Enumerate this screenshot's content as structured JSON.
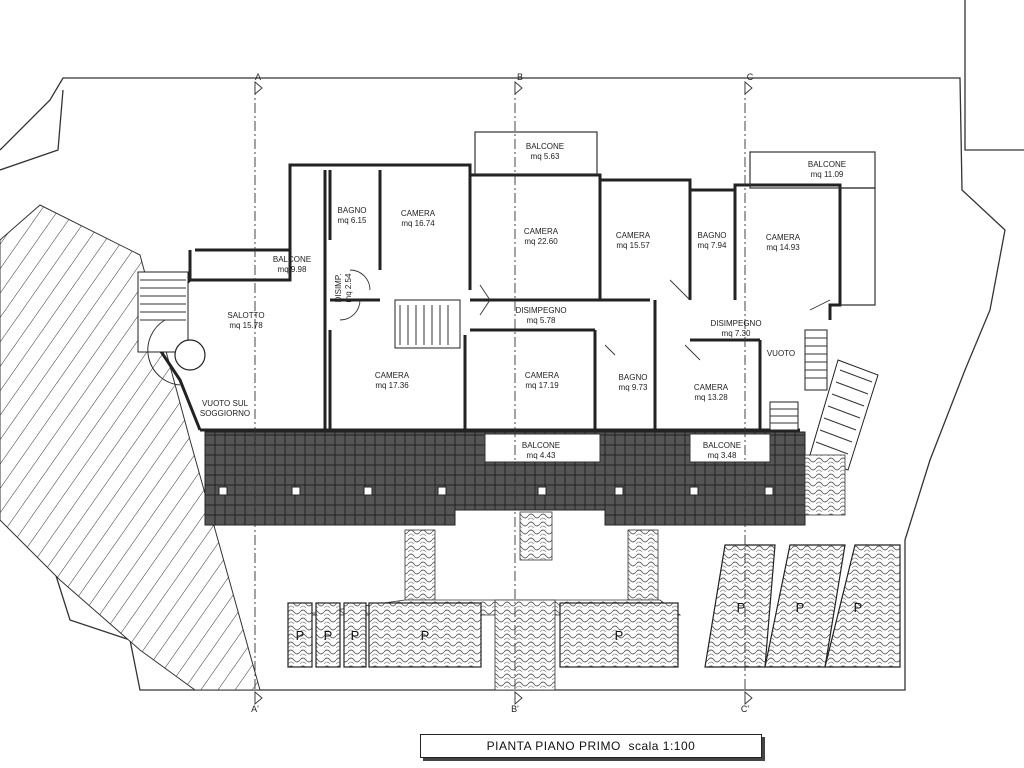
{
  "rooms": {
    "bagno1": {
      "name": "BAGNO",
      "area": "mq 6.15"
    },
    "camera1": {
      "name": "CAMERA",
      "area": "mq 16.74"
    },
    "camera2": {
      "name": "CAMERA",
      "area": "mq 22.60"
    },
    "camera3": {
      "name": "CAMERA",
      "area": "mq 15.57"
    },
    "bagno2": {
      "name": "BAGNO",
      "area": "mq 7.94"
    },
    "camera4": {
      "name": "CAMERA",
      "area": "mq 14.93"
    },
    "balcone_left": {
      "name": "BALCONE",
      "area": "mq 9.98"
    },
    "salotto": {
      "name": "SALOTTO",
      "area": "mq 15.78"
    },
    "disimp_small": {
      "name": "DISIMP.",
      "area": "mq 2.54"
    },
    "disimpegno1": {
      "name": "DISIMPEGNO",
      "area": "mq 5.78"
    },
    "disimpegno2": {
      "name": "DISIMPEGNO",
      "area": "mq 7.30"
    },
    "camera5": {
      "name": "CAMERA",
      "area": "mq 17.36"
    },
    "camera6": {
      "name": "CAMERA",
      "area": "mq 17.19"
    },
    "bagno3": {
      "name": "BAGNO",
      "area": "mq 9.73"
    },
    "camera7": {
      "name": "CAMERA",
      "area": "mq 13.28"
    },
    "vuoto_soggiorno": {
      "line1": "VUOTO SUL",
      "line2": "SOGGIORNO"
    },
    "vuoto": {
      "name": "VUOTO"
    },
    "balcone_top": {
      "name": "BALCONE",
      "area": "mq 5.63"
    },
    "balcone_topright": {
      "name": "BALCONE",
      "area": "mq 11.09"
    },
    "balcone_bottom1": {
      "name": "BALCONE",
      "area": "mq 4.43"
    },
    "balcone_bottom2": {
      "name": "BALCONE",
      "area": "mq 3.48"
    }
  },
  "sections": {
    "a_top": "A",
    "b_top": "B",
    "c_top": "C",
    "a_bottom": "A'",
    "b_bottom": "B'",
    "c_bottom": "C'"
  },
  "parking": {
    "label": "P"
  },
  "title": {
    "text": "PIANTA PIANO PRIMO",
    "scale": "scala 1:100"
  }
}
